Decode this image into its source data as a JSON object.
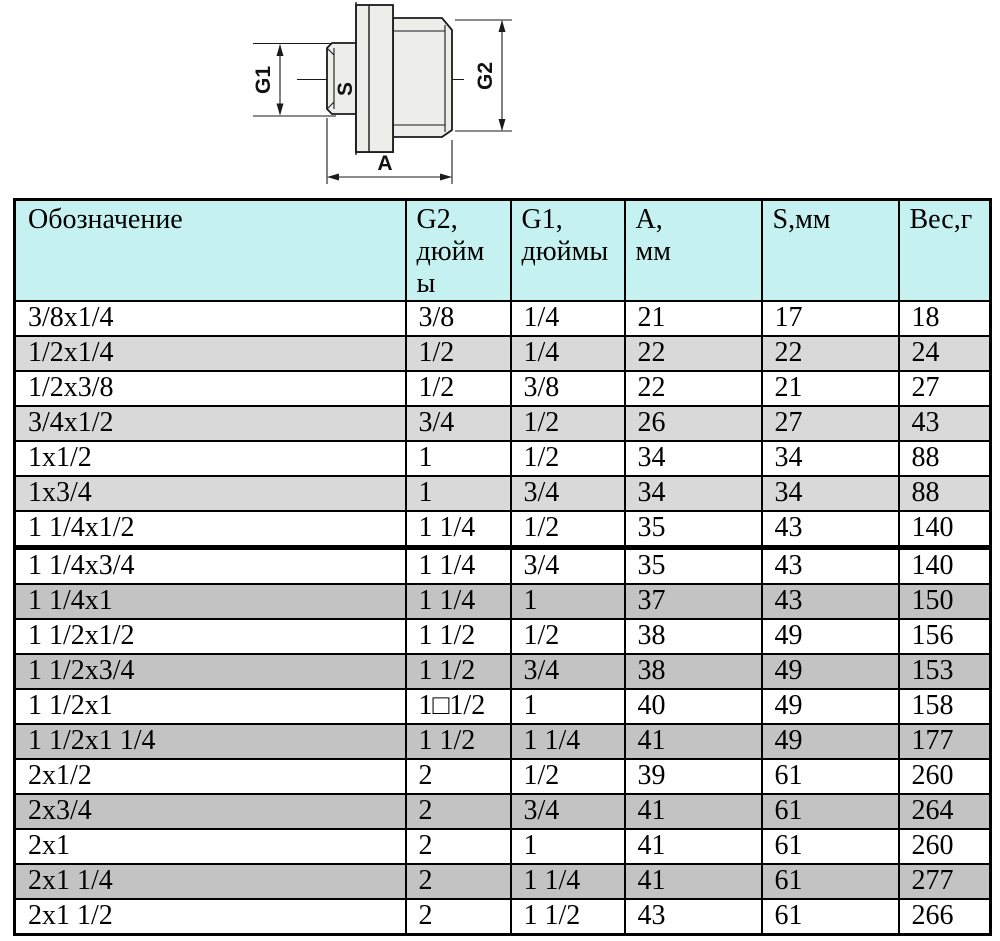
{
  "drawing": {
    "labels": {
      "g1": "G1",
      "g2": "G2",
      "s": "S",
      "a": "A"
    },
    "fill": "#ededea",
    "line_color": "#1a1a1a"
  },
  "table": {
    "headers": [
      {
        "id": "designation",
        "lines": [
          "Обозначение"
        ]
      },
      {
        "id": "g2",
        "lines": [
          "G2,",
          "дюйм",
          "ы"
        ]
      },
      {
        "id": "g1",
        "lines": [
          "G1,",
          "дюймы"
        ]
      },
      {
        "id": "a",
        "lines": [
          "А,",
          "мм"
        ]
      },
      {
        "id": "s",
        "lines": [
          "S,мм"
        ]
      },
      {
        "id": "weight",
        "lines": [
          "Вес,г"
        ]
      }
    ],
    "rows": [
      {
        "section": 1,
        "cells": [
          "3/8x1/4",
          "3/8",
          "1/4",
          "21",
          "17",
          "18"
        ]
      },
      {
        "section": 1,
        "cells": [
          "1/2x1/4",
          "1/2",
          "1/4",
          "22",
          "22",
          "24"
        ]
      },
      {
        "section": 1,
        "cells": [
          "1/2x3/8",
          "1/2",
          "3/8",
          "22",
          "21",
          "27"
        ]
      },
      {
        "section": 1,
        "cells": [
          "3/4x1/2",
          "3/4",
          "1/2",
          "26",
          "27",
          "43"
        ]
      },
      {
        "section": 1,
        "cells": [
          "1x1/2",
          "1",
          "1/2",
          "34",
          "34",
          "88"
        ]
      },
      {
        "section": 1,
        "cells": [
          "1x3/4",
          "1",
          "3/4",
          "34",
          "34",
          "88"
        ]
      },
      {
        "section": 1,
        "cells": [
          "1 1/4x1/2",
          "1 1/4",
          "1/2",
          "35",
          "43",
          "140"
        ]
      },
      {
        "section": 2,
        "cells": [
          "1 1/4x3/4",
          "1 1/4",
          "3/4",
          "35",
          "43",
          "140"
        ]
      },
      {
        "section": 2,
        "cells": [
          "1 1/4x1",
          "1 1/4",
          "1",
          "37",
          "43",
          "150"
        ]
      },
      {
        "section": 2,
        "cells": [
          "1 1/2x1/2",
          "1 1/2",
          "1/2",
          "38",
          "49",
          "156"
        ]
      },
      {
        "section": 2,
        "cells": [
          "1 1/2x3/4",
          "1 1/2",
          "3/4",
          "38",
          "49",
          "153"
        ]
      },
      {
        "section": 2,
        "cells": [
          "1 1/2x1",
          "1□1/2",
          "1",
          "40",
          "49",
          "158"
        ]
      },
      {
        "section": 2,
        "cells": [
          "1 1/2x1 1/4",
          "1 1/2",
          "1 1/4",
          "41",
          "49",
          "177"
        ]
      },
      {
        "section": 2,
        "cells": [
          "2x1/2",
          "2",
          "1/2",
          "39",
          "61",
          "260"
        ]
      },
      {
        "section": 2,
        "cells": [
          "2x3/4",
          "2",
          "3/4",
          "41",
          "61",
          "264"
        ]
      },
      {
        "section": 2,
        "cells": [
          "2x1",
          "2",
          "1",
          "41",
          "61",
          "260"
        ]
      },
      {
        "section": 2,
        "cells": [
          "2x1 1/4",
          "2",
          "1 1/4",
          "41",
          "61",
          "277"
        ]
      },
      {
        "section": 2,
        "cells": [
          "2x1 1/2",
          "2",
          "1 1/2",
          "43",
          "61",
          "266"
        ]
      }
    ]
  },
  "colors": {
    "header_bg": "#c5f2f1",
    "row_alt_section1": "#d9d9d9",
    "row_alt_section2": "#c3c3c3",
    "border": "#000000"
  }
}
